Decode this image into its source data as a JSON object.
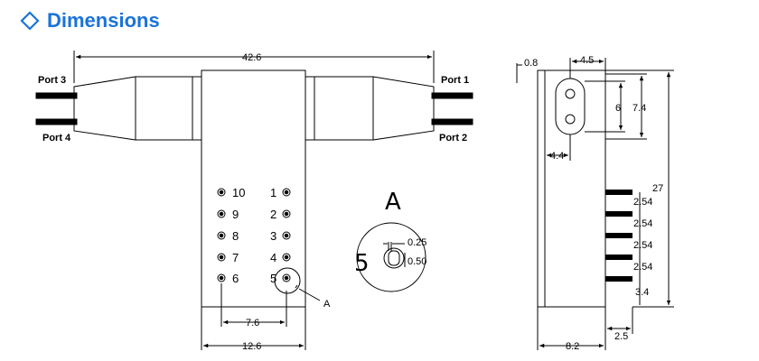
{
  "heading": {
    "title": "Dimensions",
    "icon": "diamond-outline-icon",
    "color": "#1a73d9"
  },
  "front_view": {
    "overall_width": "42.6",
    "ports": {
      "port1": "Port 1",
      "port2": "Port 2",
      "port3": "Port 3",
      "port4": "Port 4"
    },
    "pins_right": [
      "1",
      "2",
      "3",
      "4",
      "5"
    ],
    "pins_left": [
      "10",
      "9",
      "8",
      "7",
      "6"
    ],
    "pin_spacing": "7.6",
    "body_width": "12.6",
    "detail_marker": "A"
  },
  "detail_view": {
    "label": "A",
    "pin_label": "5",
    "dim_small": "0.25",
    "dim_large": "0.50"
  },
  "side_view": {
    "dim_top_left": "0.8",
    "dim_top": "4.5",
    "dim_slot_height": "6",
    "dim_slot_outer": "7.4",
    "dim_slot_offset": "4.4",
    "dim_height": "27",
    "pin_pitch": [
      "2.54",
      "2.54",
      "2.54",
      "2.54"
    ],
    "dim_bottom_pin": "3.4",
    "dim_width": "8.2",
    "dim_pin_offset": "2.5"
  }
}
